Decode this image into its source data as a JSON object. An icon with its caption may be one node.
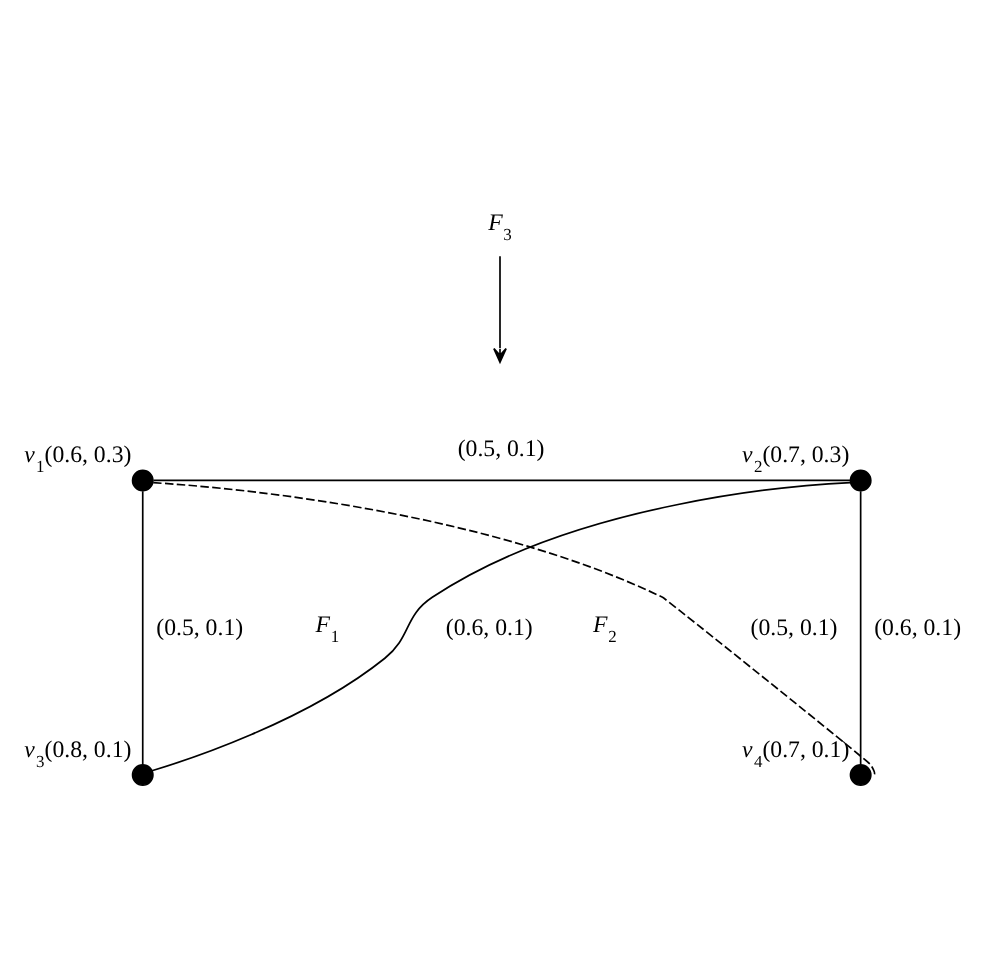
{
  "diagram": {
    "nodes": [
      {
        "text": [],
        "shape": "circle",
        "beside": [
          "*v*$_{1}$(0.6, 0.3)"
        ]
      },
      {
        "text": [],
        "shape": "circle",
        "beside": [
          "*v*$_{2}$(0.7, 0.3)"
        ]
      },
      {
        "text": [],
        "shape": "circle",
        "beside": [
          "*v*$_{3}$(0.8, 0.1)"
        ]
      },
      {
        "text": [],
        "shape": "circle",
        "beside": [
          "*v*$_{4}$(0.7, 0.1)"
        ]
      }
    ],
    "edges": [
      {
        "from": 0,
        "to": 1,
        "arrow": "none",
        "label": "(0.5, 0.1)"
      },
      {
        "from": 0,
        "to": 2,
        "arrow": "none",
        "label": "(0.5, 0.1)"
      },
      {
        "from": 1,
        "to": 2,
        "arrow": "none",
        "label": "(0.6, 0.1)"
      },
      {
        "from": 1,
        "to": 3,
        "arrow": "none",
        "label": "(0.6, 0.1)"
      },
      {
        "from": 0,
        "to": 3,
        "arrow": "none",
        "label": "(0.5, 0.1)",
        "style": "dashed"
      }
    ],
    "labels": [
      "*F*$_{3}$",
      "*F*$_{1}$",
      "*F*$_{2}$"
    ]
  }
}
